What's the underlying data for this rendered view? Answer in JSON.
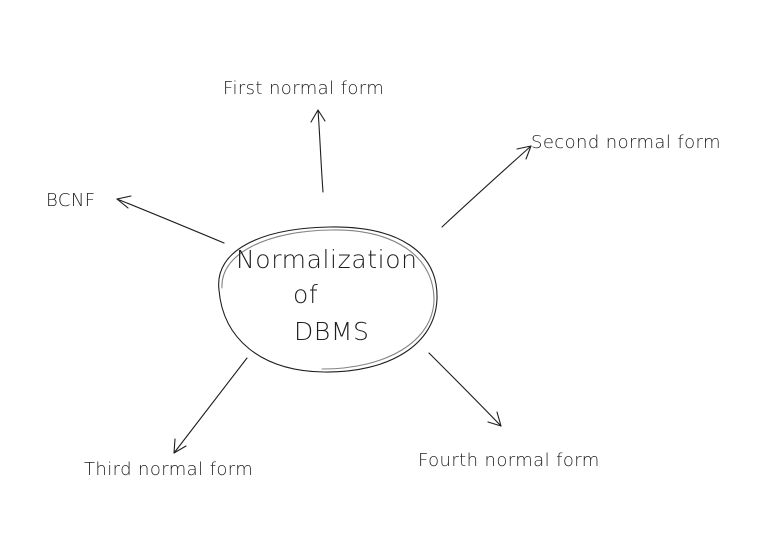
{
  "diagram": {
    "center": {
      "lines": [
        "Normalization",
        "of",
        "DBMS"
      ]
    },
    "nodes": [
      {
        "id": "first",
        "label": "First normal form"
      },
      {
        "id": "second",
        "label": "Second normal form"
      },
      {
        "id": "bcnf",
        "label": "BCNF"
      },
      {
        "id": "third",
        "label": "Third normal form"
      },
      {
        "id": "fourth",
        "label": "Fourth normal form"
      }
    ]
  }
}
